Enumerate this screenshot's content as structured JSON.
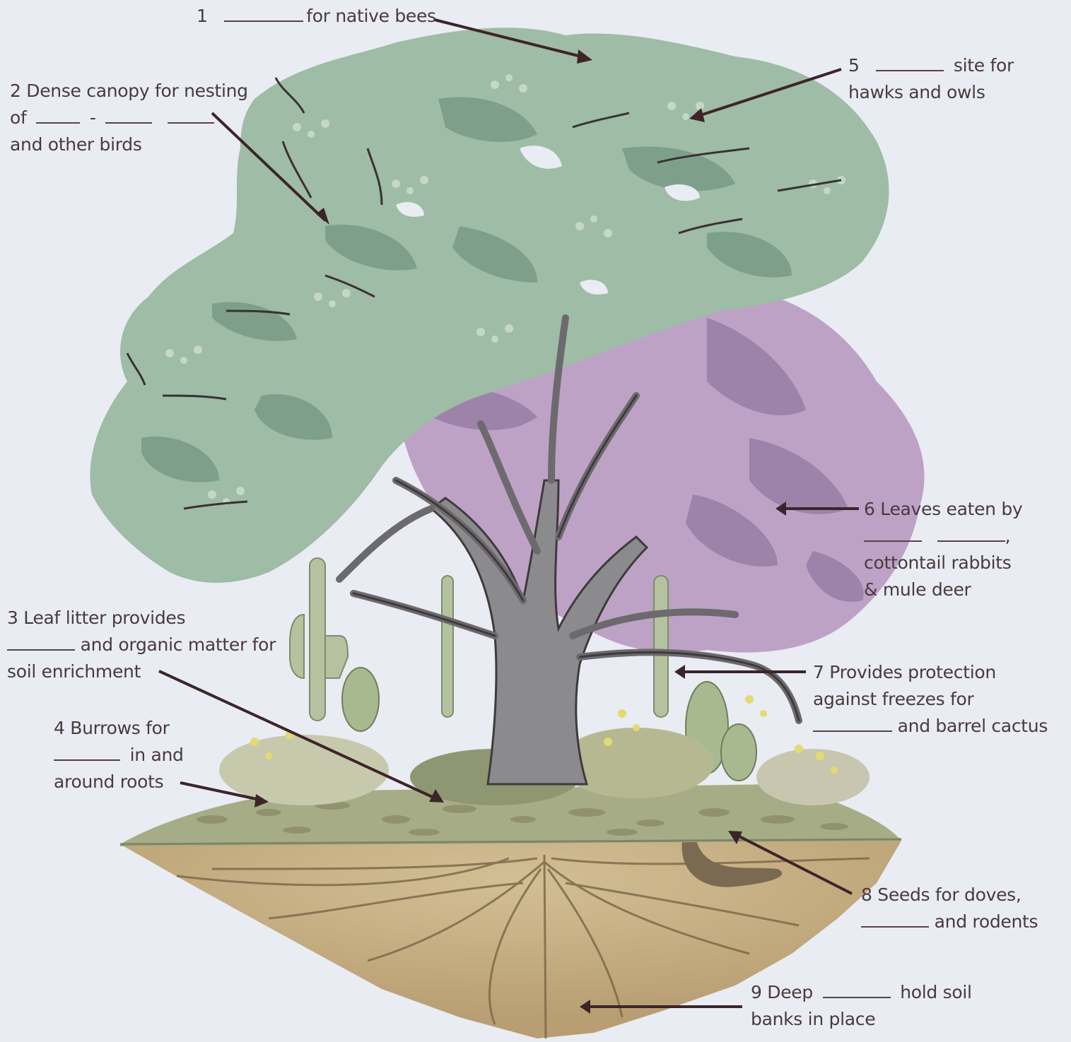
{
  "labels": {
    "l1": {
      "num": "1",
      "text": "for native bees"
    },
    "l2": {
      "line1": "2  Dense canopy for nesting",
      "of": "of",
      "dash": "-",
      "line3": "and other birds"
    },
    "l3": {
      "line1": "3  Leaf litter provides",
      "line2": "and organic matter for",
      "line3": "soil enrichment"
    },
    "l4": {
      "line1": "4  Burrows for",
      "line2": "in and",
      "line3": "around roots"
    },
    "l5": {
      "num": "5",
      "line1": "site for",
      "line2": "hawks and owls"
    },
    "l6": {
      "line1": "6  Leaves eaten by",
      "comma": ",",
      "line3": "cottontail rabbits",
      "line4": "& mule deer"
    },
    "l7": {
      "line1": "7  Provides protection",
      "line2": "against freezes for",
      "line3": "and barrel cactus"
    },
    "l8": {
      "line1": "8  Seeds for doves,",
      "line2": "and rodents"
    },
    "l9": {
      "line1": "9  Deep",
      "line1b": "hold soil",
      "line2": "banks in place"
    }
  },
  "colors": {
    "background": "#e9ecf3",
    "canopy_green": "#9fbca6",
    "canopy_green_dark": "#7fa08a",
    "canopy_purple": "#bba0c4",
    "canopy_purple_dark": "#9a7fa6",
    "trunk": "#8a8a8d",
    "ground_top": "#9fa683",
    "soil": "#c8b48a",
    "pointer": "#3c2529"
  }
}
